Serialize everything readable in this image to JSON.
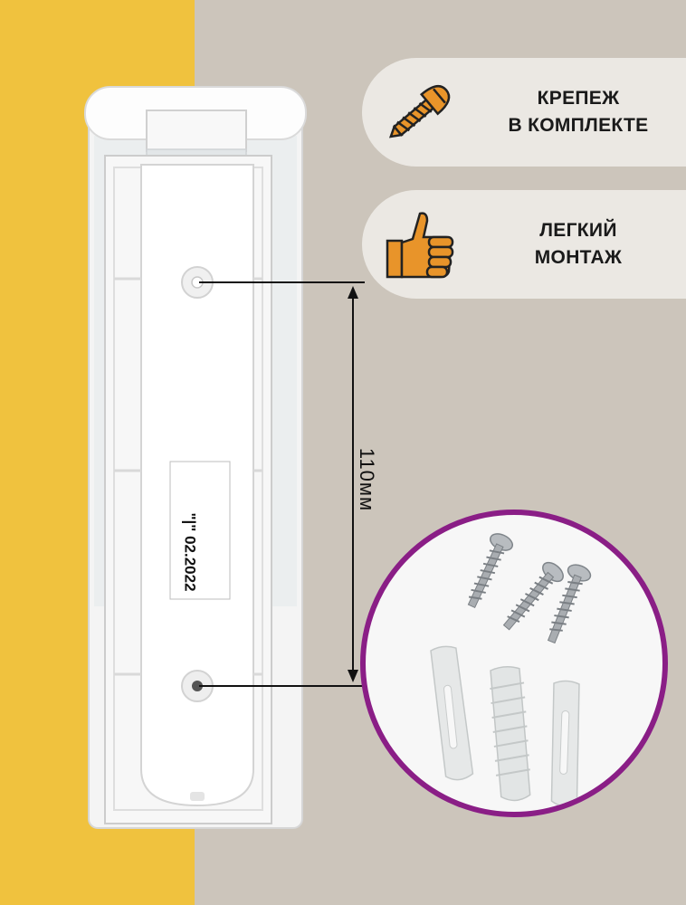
{
  "features": [
    {
      "line1": "КРЕПЕЖ",
      "line2": "В КОМПЛЕКТЕ",
      "icon": "screw-icon"
    },
    {
      "line1": "ЛЕГКИЙ",
      "line2": "МОНТАЖ",
      "icon": "thumbs-up-icon"
    }
  ],
  "dimension": {
    "label": "110мм"
  },
  "sticker": {
    "text": "\"|\" 02.2022"
  },
  "colors": {
    "yellow": "#f0c23e",
    "gray": "#ccc5bb",
    "pill": "#ebe8e3",
    "orange_icon": "#e8942a",
    "circle_border": "#8a1e86"
  }
}
